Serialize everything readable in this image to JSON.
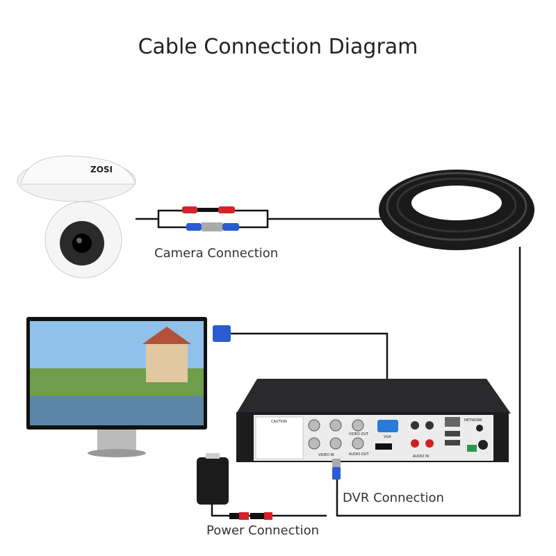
{
  "title": "Cable Connection Diagram",
  "labels": {
    "camera": "Camera Connection",
    "dvr": "DVR Connection",
    "power": "Power Connection"
  },
  "camera_brand": "ZOSI",
  "dvr_panel": {
    "caution": "CAUTION",
    "video_in": "VIDEO IN",
    "video_out": "VIDEO OUT",
    "audio_out": "AUDIO OUT",
    "vga": "VGA",
    "audio_in": "AUDIO IN",
    "network": "NETWORK"
  },
  "colors": {
    "cable": "#111111",
    "red_plug": "#d8222a",
    "blue_plug": "#2a5bd0",
    "dvr_body": "#1c1c1e",
    "panel": "#ececec"
  }
}
